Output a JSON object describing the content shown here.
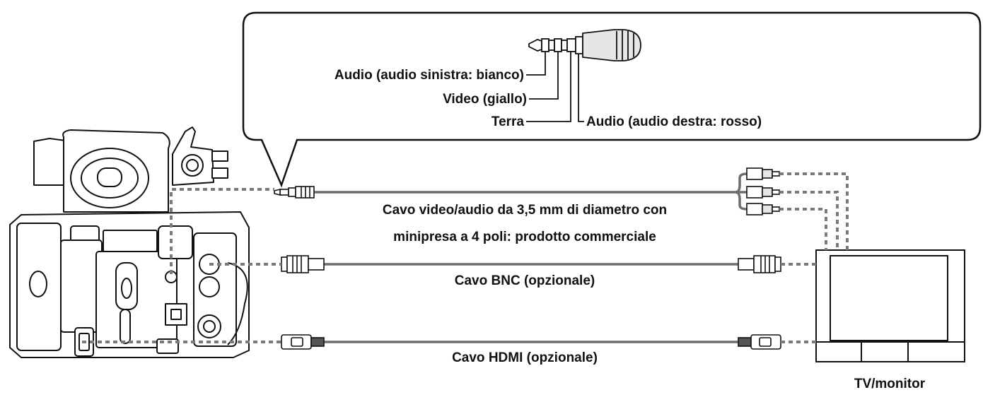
{
  "callout": {
    "jack_labels": {
      "audio_left": "Audio (audio sinistra: bianco)",
      "video": "Video (giallo)",
      "ground": "Terra",
      "audio_right": "Audio (audio destra: rosso)"
    }
  },
  "cables": {
    "av_line1": "Cavo video/audio da 3,5 mm di diametro con",
    "av_line2": "minipresa a 4 poli: prodotto commerciale",
    "bnc": "Cavo BNC (opzionale)",
    "hdmi": "Cavo HDMI (opzionale)"
  },
  "device": {
    "tv_label": "TV/monitor"
  },
  "colors": {
    "line": "#111111",
    "cable": "#6e6e6e",
    "dotted": "#7a7a7a",
    "plug_fill": "#e6e6e6",
    "background": "#ffffff"
  }
}
